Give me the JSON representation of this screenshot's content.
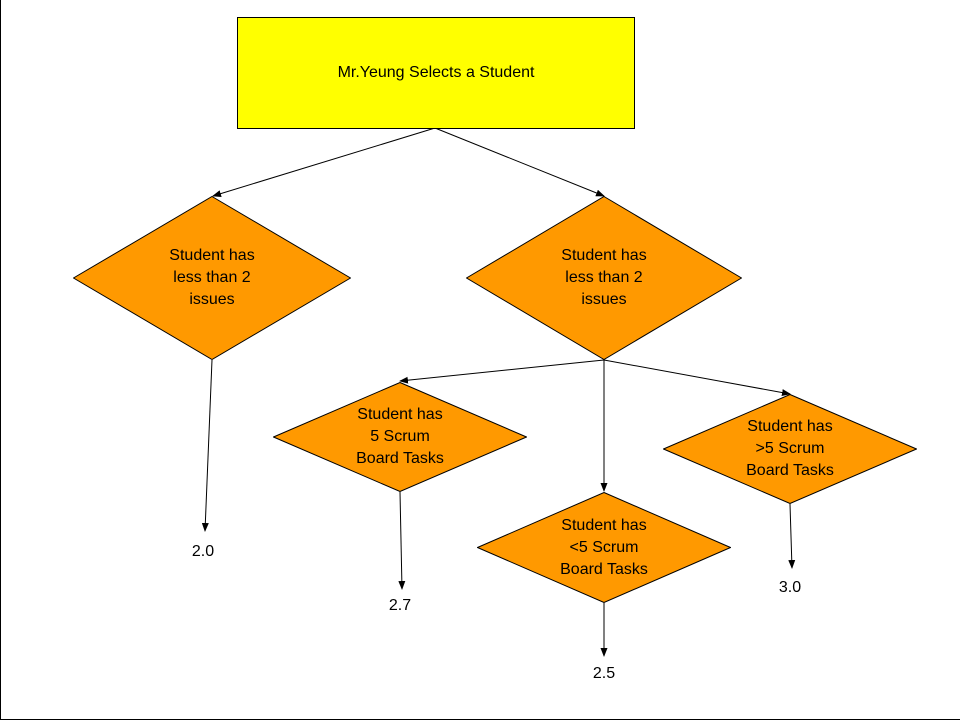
{
  "colors": {
    "start_fill": "#ffff00",
    "decision_fill": "#ff9900",
    "stroke": "#000000",
    "background": "#ffffff"
  },
  "start": {
    "label": "Mr.Yeung Selects a Student"
  },
  "decisions": {
    "left_issues": [
      "Student has",
      "less than 2",
      "issues"
    ],
    "right_issues": [
      "Student has",
      "less than 2",
      "issues"
    ],
    "five_tasks": [
      "Student has",
      "5 Scrum",
      "Board Tasks"
    ],
    "under_five_tasks": [
      "Student has",
      "<5 Scrum",
      "Board Tasks"
    ],
    "over_five_tasks": [
      "Student has",
      ">5 Scrum",
      "Board Tasks"
    ]
  },
  "outcomes": {
    "left": "2.0",
    "five": "2.7",
    "under_five": "2.5",
    "over_five": "3.0"
  }
}
